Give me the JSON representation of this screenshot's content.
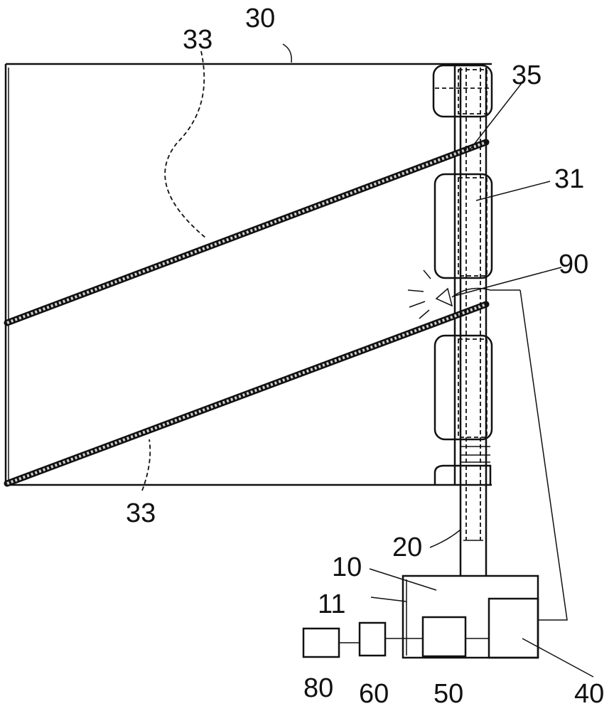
{
  "labels": {
    "l30": "30",
    "l33_top": "33",
    "l33_bottom": "33",
    "l35": "35",
    "l31": "31",
    "l90": "90",
    "l20": "20",
    "l10": "10",
    "l11": "11",
    "l80": "80",
    "l60": "60",
    "l50": "50",
    "l40": "40"
  }
}
